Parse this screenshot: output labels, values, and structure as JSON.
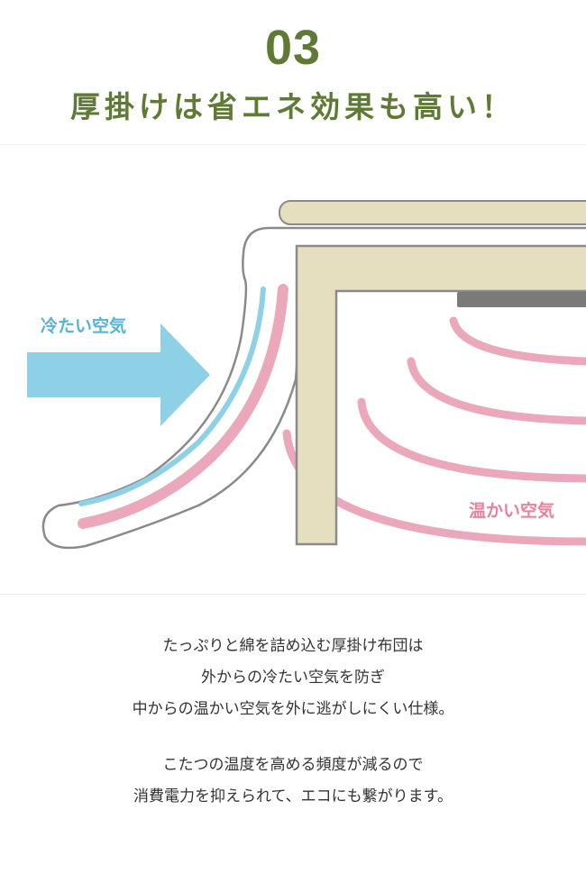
{
  "header": {
    "number": "03",
    "title": "厚掛けは省エネ効果も高い！"
  },
  "diagram": {
    "cold_label": "冷たい空気",
    "warm_label": "温かい空気",
    "colors": {
      "cold": "#8ed0e5",
      "warm": "#eca8bb",
      "wood": "#e6dfbf",
      "outline": "#8a8a8a",
      "heater": "#7a7a7a"
    }
  },
  "description": {
    "paragraph1": [
      "たっぷりと綿を詰め込む厚掛け布団は",
      "外からの冷たい空気を防ぎ",
      "中からの温かい空気を外に逃がしにくい仕様。"
    ],
    "paragraph2": [
      "こたつの温度を高める頻度が減るので",
      "消費電力を抑えられて、エコにも繋がります。"
    ]
  },
  "colors": {
    "accent": "#5f7a34"
  }
}
